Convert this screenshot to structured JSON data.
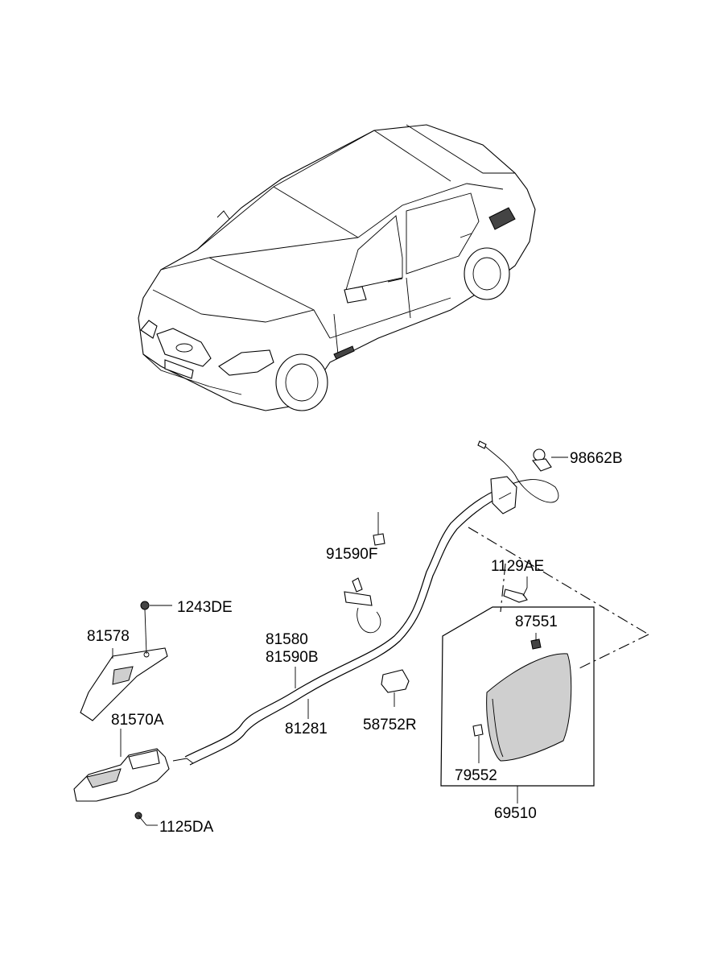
{
  "diagram": {
    "parts": [
      {
        "id": "98662B",
        "label": "98662B"
      },
      {
        "id": "91590F",
        "label": "91590F"
      },
      {
        "id": "1129AE",
        "label": "1129AE"
      },
      {
        "id": "1243DE",
        "label": "1243DE"
      },
      {
        "id": "81580",
        "label": "81580"
      },
      {
        "id": "81590B",
        "label": "81590B"
      },
      {
        "id": "87551",
        "label": "87551"
      },
      {
        "id": "81578",
        "label": "81578"
      },
      {
        "id": "81570A",
        "label": "81570A"
      },
      {
        "id": "81281",
        "label": "81281"
      },
      {
        "id": "58752R",
        "label": "58752R"
      },
      {
        "id": "79552",
        "label": "79552"
      },
      {
        "id": "69510",
        "label": "69510"
      },
      {
        "id": "1125DA",
        "label": "1125DA"
      }
    ]
  }
}
